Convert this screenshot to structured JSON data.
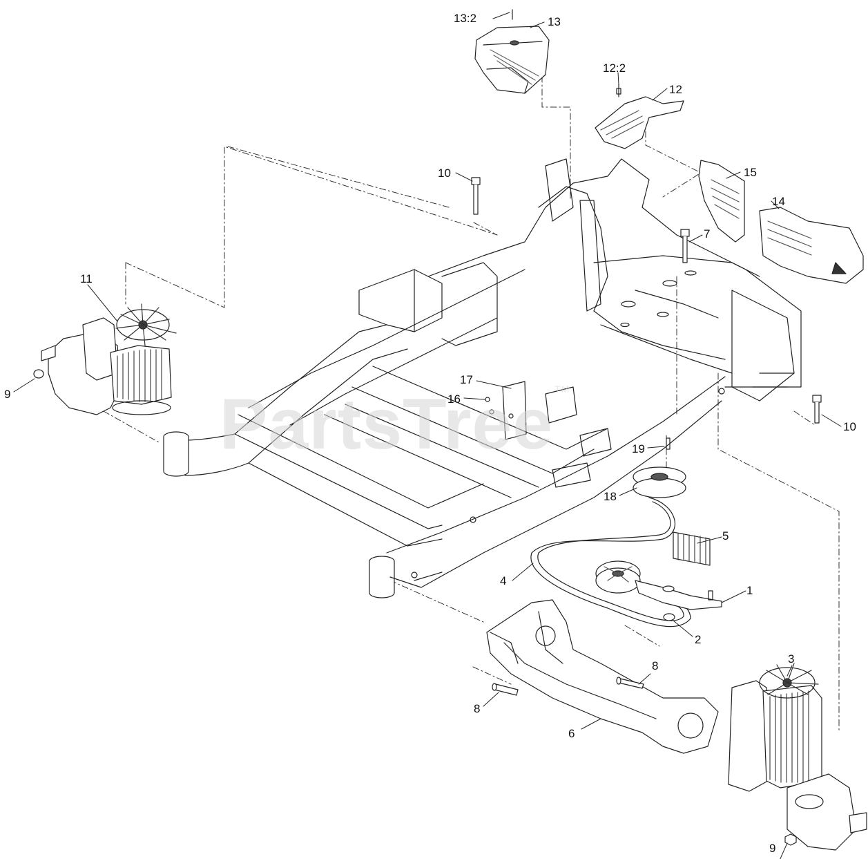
{
  "watermark": {
    "text": "PartsTree",
    "mark": "TM"
  },
  "callouts": [
    {
      "id": "c-13-2",
      "label": "13:2"
    },
    {
      "id": "c-13",
      "label": "13"
    },
    {
      "id": "c-12-2",
      "label": "12:2"
    },
    {
      "id": "c-12",
      "label": "12"
    },
    {
      "id": "c-10-top",
      "label": "10"
    },
    {
      "id": "c-15",
      "label": "15"
    },
    {
      "id": "c-14",
      "label": "14"
    },
    {
      "id": "c-7",
      "label": "7"
    },
    {
      "id": "c-11",
      "label": "11"
    },
    {
      "id": "c-9-left",
      "label": "9"
    },
    {
      "id": "c-17",
      "label": "17"
    },
    {
      "id": "c-16",
      "label": "16"
    },
    {
      "id": "c-10-right",
      "label": "10"
    },
    {
      "id": "c-19",
      "label": "19"
    },
    {
      "id": "c-18",
      "label": "18"
    },
    {
      "id": "c-5",
      "label": "5"
    },
    {
      "id": "c-4",
      "label": "4"
    },
    {
      "id": "c-1",
      "label": "1"
    },
    {
      "id": "c-2",
      "label": "2"
    },
    {
      "id": "c-3",
      "label": "3"
    },
    {
      "id": "c-8-right",
      "label": "8"
    },
    {
      "id": "c-8-left",
      "label": "8"
    },
    {
      "id": "c-6",
      "label": "6"
    },
    {
      "id": "c-9-right",
      "label": "9"
    }
  ]
}
